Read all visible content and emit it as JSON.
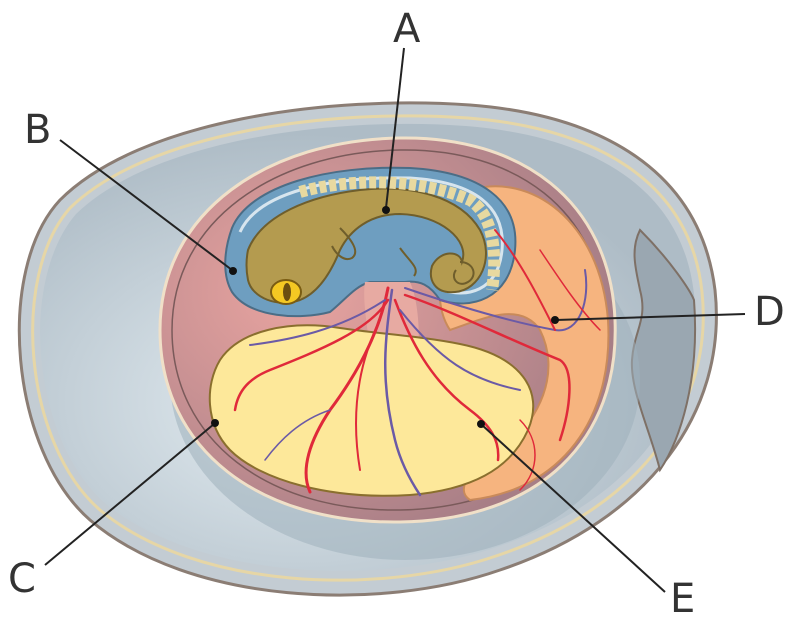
{
  "labels": {
    "a": "A",
    "b": "B",
    "c": "C",
    "d": "D",
    "e": "E"
  },
  "colors": {
    "shell_outer": "#b8c4cc",
    "shell_line": "#8a7a6e",
    "albumen": "#c9d6df",
    "chorion": "#b8867f",
    "amnion_fluid": "#6f9fbf",
    "embryo": "#b39a4e",
    "yolk": "#fde89a",
    "allantois": "#f7b782",
    "artery": "#e0293a",
    "vein": "#6b5aa6"
  }
}
